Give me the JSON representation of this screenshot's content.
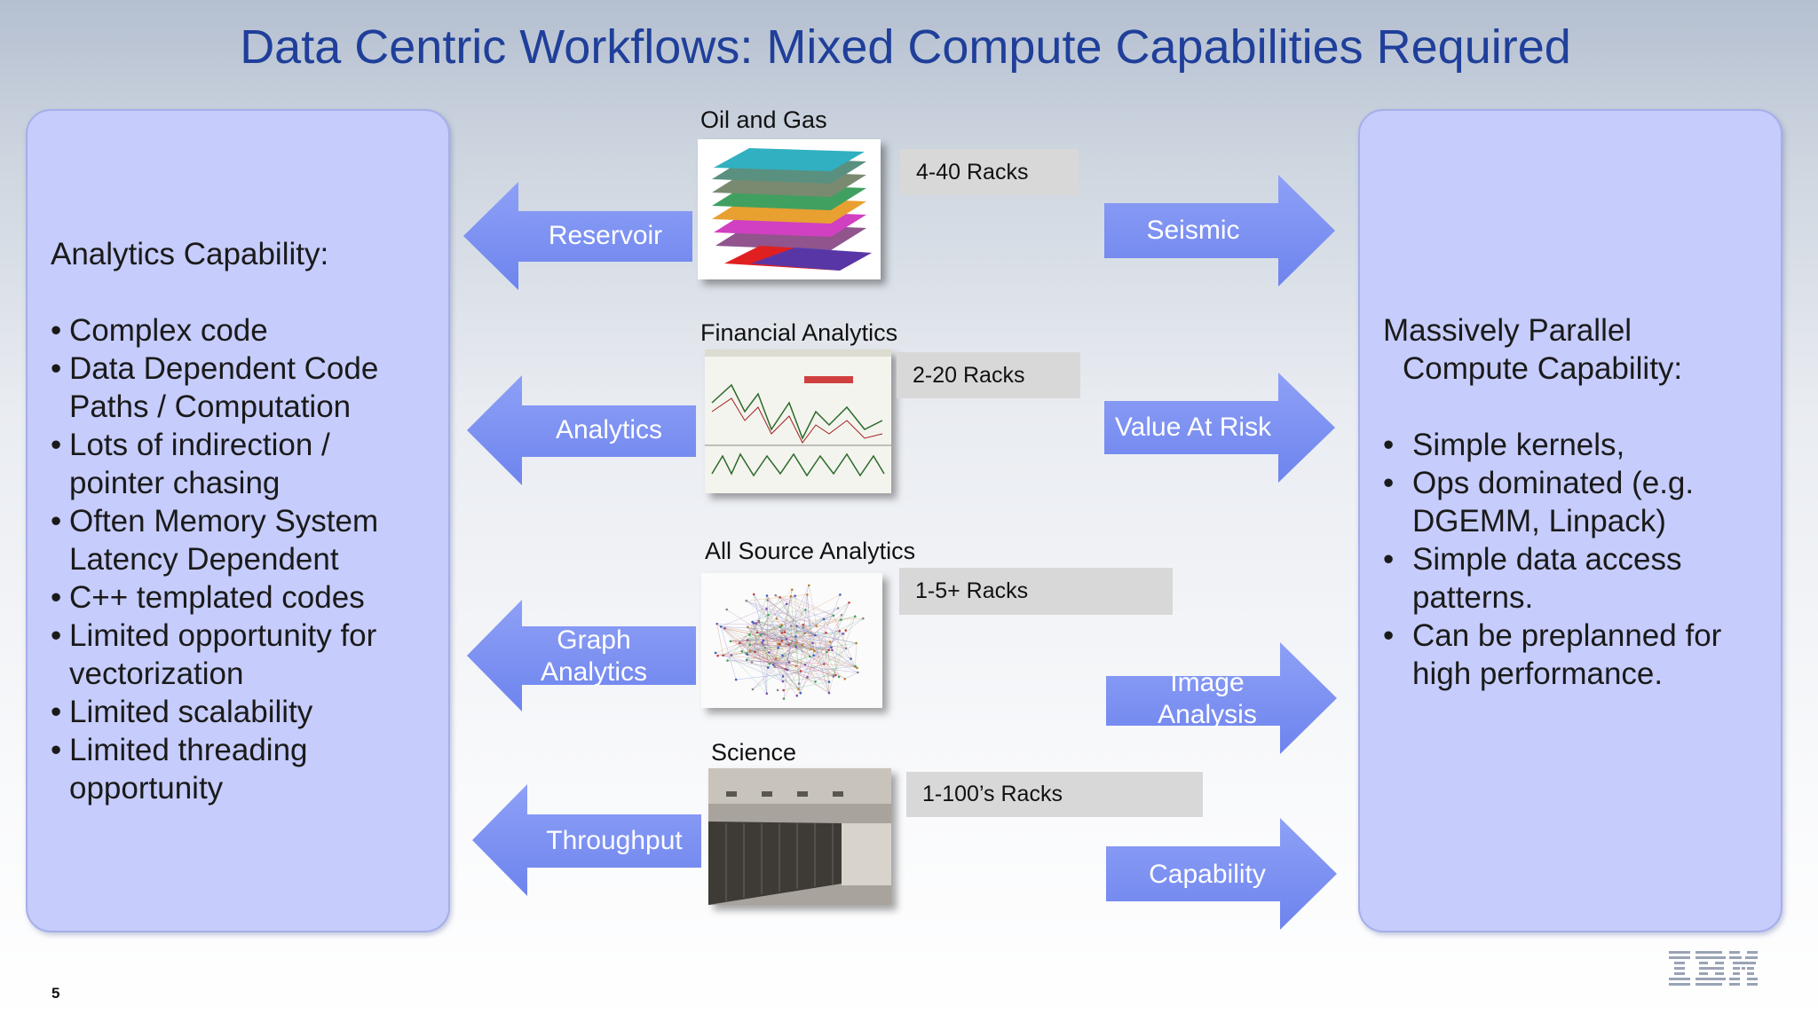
{
  "title": "Data Centric Workflows: Mixed Compute Capabilities Required",
  "left_panel": {
    "heading": "Analytics Capability:",
    "bullets": [
      [
        "Complex code"
      ],
      [
        "Data Dependent Code",
        "Paths / Computation"
      ],
      [
        "Lots of indirection /",
        "pointer chasing"
      ],
      [
        "Often Memory System",
        "Latency Dependent"
      ],
      [
        "C++ templated codes"
      ],
      [
        "Limited opportunity for",
        "vectorization"
      ],
      [
        "Limited scalability"
      ],
      [
        "Limited threading",
        "opportunity"
      ]
    ]
  },
  "right_panel": {
    "heading_line1": "Massively Parallel",
    "heading_line2": "Compute Capability:",
    "bullets": [
      [
        "Simple kernels,"
      ],
      [
        "Ops dominated (e.g.",
        "DGEMM, Linpack)"
      ],
      [
        "Simple data access",
        "patterns."
      ],
      [
        "Can be preplanned for",
        "high performance."
      ]
    ]
  },
  "rows": [
    {
      "category": "Oil and Gas",
      "racks": "4-40 Racks",
      "left_arrow": "Reservoir",
      "right_arrow": "Seismic"
    },
    {
      "category": "Financial Analytics",
      "racks": "2-20 Racks",
      "left_arrow": "Analytics",
      "right_arrow": "Value At Risk"
    },
    {
      "category": "All Source Analytics",
      "racks": "1-5+ Racks",
      "left_arrow": "Graph Analytics",
      "right_arrow": "Image Analysis"
    },
    {
      "category": "Science",
      "racks": "1-100’s Racks",
      "left_arrow": "Throughput",
      "right_arrow": "Capability"
    }
  ],
  "page_number": "5",
  "logo": "IBM",
  "colors": {
    "title": "#1f3f9a",
    "panel": "#c6ccfb",
    "arrow": "#7d90f2"
  }
}
